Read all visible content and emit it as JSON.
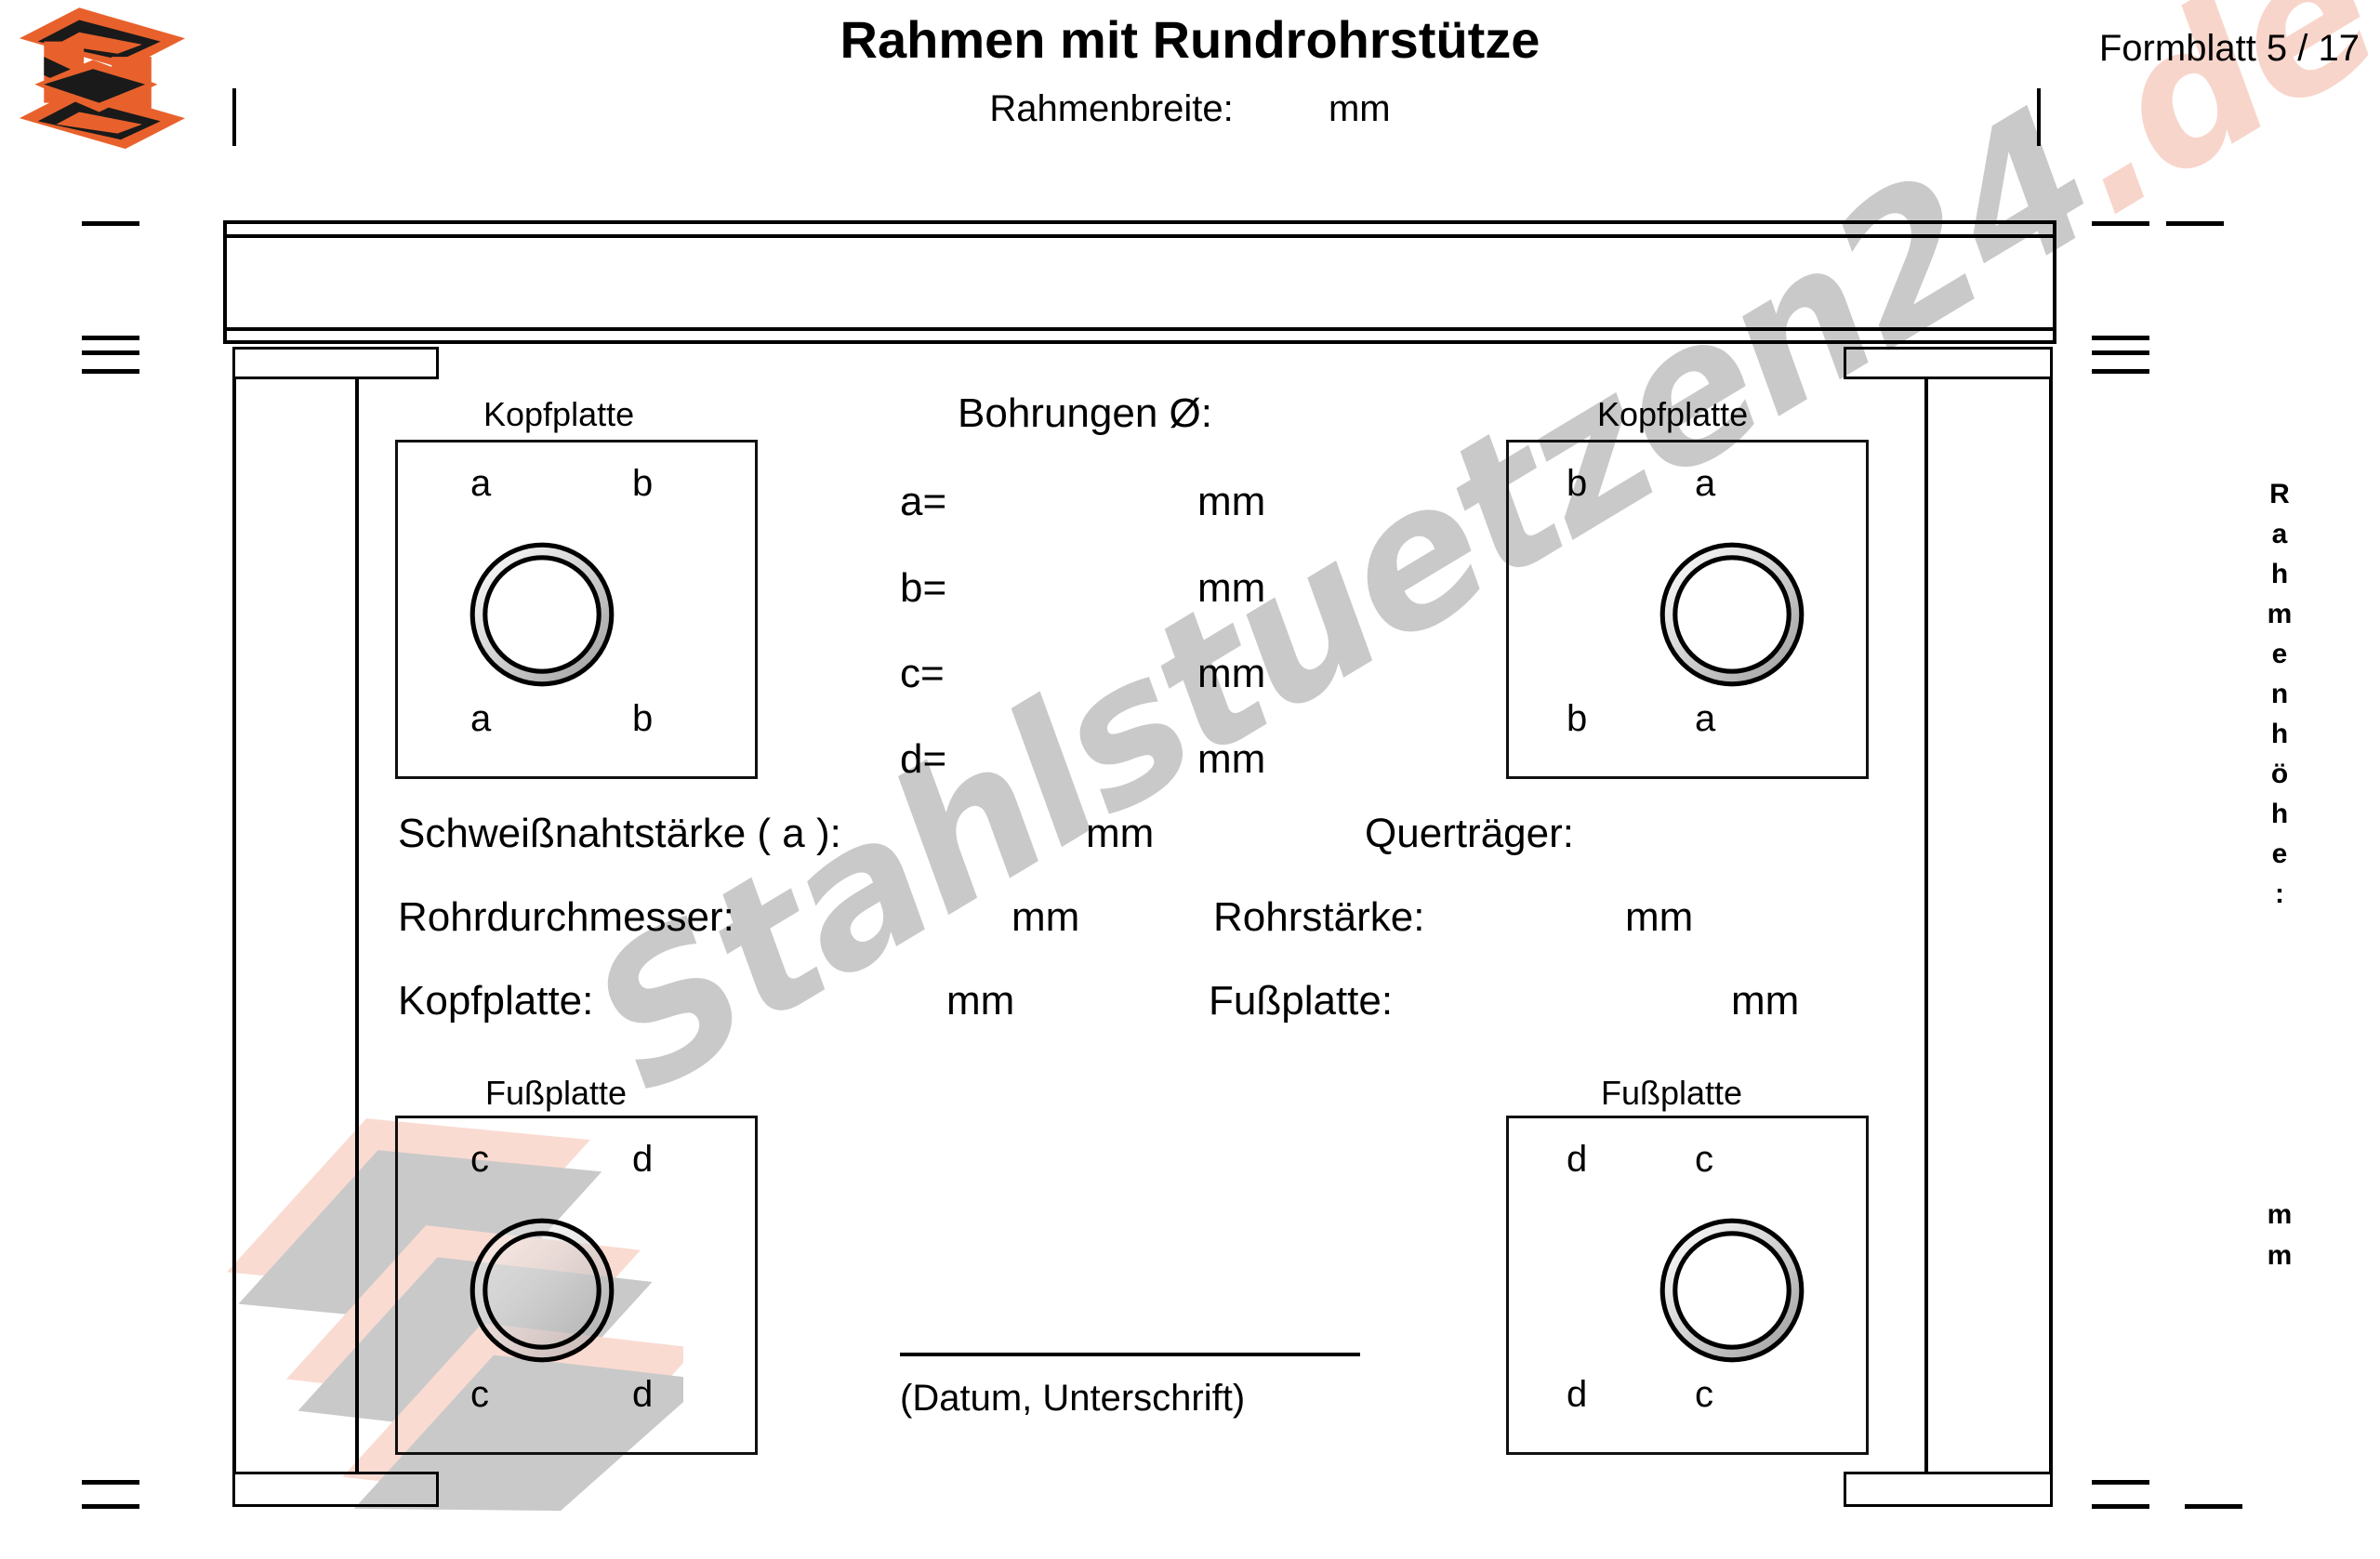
{
  "header": {
    "title": "Rahmen mit Rundrohrstütze",
    "subtitle_label": "Rahmenbreite:",
    "subtitle_unit": "mm",
    "form_number": "Formblatt 5 / 17",
    "logo_name": "stahlstuetzen-logo"
  },
  "watermark": {
    "text_main": "Stahlstuetzen24",
    "text_tld": ".de",
    "color_main": "#c9c9c9",
    "color_tld": "#f8d5cb"
  },
  "plates": {
    "head_left": {
      "caption": "Kopfplatte",
      "labels": {
        "top_left": "a",
        "top_right": "b",
        "bottom_left": "a",
        "bottom_right": "b"
      }
    },
    "head_right": {
      "caption": "Kopfplatte",
      "labels": {
        "top_left": "b",
        "top_right": "a",
        "bottom_left": "b",
        "bottom_right": "a"
      }
    },
    "foot_left": {
      "caption": "Fußplatte",
      "labels": {
        "top_left": "c",
        "top_right": "d",
        "bottom_left": "c",
        "bottom_right": "d"
      }
    },
    "foot_right": {
      "caption": "Fußplatte",
      "labels": {
        "top_left": "d",
        "top_right": "c",
        "bottom_left": "d",
        "bottom_right": "c"
      }
    }
  },
  "bohrungen": {
    "heading": "Bohrungen Ø:",
    "rows": [
      {
        "label": "a=",
        "unit": "mm"
      },
      {
        "label": "b=",
        "unit": "mm"
      },
      {
        "label": "c=",
        "unit": "mm"
      },
      {
        "label": "d=",
        "unit": "mm"
      }
    ]
  },
  "specs": {
    "row1_left_label": "Schweißnahtstärke ( a ):",
    "row1_left_unit": "mm",
    "row1_right_label": "Querträger:",
    "row2_left_label": "Rohrdurchmesser:",
    "row2_left_unit": "mm",
    "row2_right_label": "Rohrstärke:",
    "row2_right_unit": "mm",
    "row3_left_label": "Kopfplatte:",
    "row3_left_unit": "mm",
    "row3_right_label": "Fußplatte:",
    "row3_right_unit": "mm"
  },
  "signature": {
    "caption": "(Datum, Unterschrift)"
  },
  "side": {
    "vertical_label_letters": [
      "R",
      "a",
      "h",
      "m",
      "e",
      "n",
      "h",
      "ö",
      "h",
      "e",
      ":"
    ],
    "unit_letters": [
      "m",
      "m"
    ]
  }
}
